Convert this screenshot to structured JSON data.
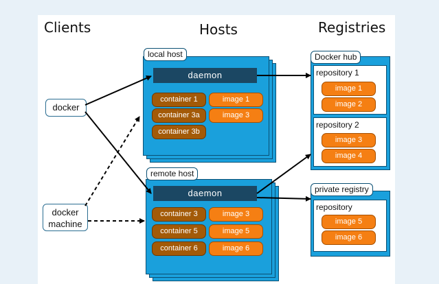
{
  "columns": {
    "clients": "Clients",
    "hosts": "Hosts",
    "registries": "Registries"
  },
  "clients": {
    "docker": "docker",
    "docker_machine_line1": "docker",
    "docker_machine_line2": "machine"
  },
  "local_host": {
    "title": "local host",
    "daemon": "daemon",
    "containers": [
      "container 1",
      "container 3a",
      "container 3b"
    ],
    "images": [
      "image 1",
      "image 3"
    ]
  },
  "remote_host": {
    "title": "remote host",
    "daemon": "daemon",
    "containers": [
      "container 3",
      "container 5",
      "container 6"
    ],
    "images": [
      "image 3",
      "image 5",
      "image 6"
    ]
  },
  "docker_hub": {
    "title": "Docker hub",
    "repositories": [
      {
        "name": "repository 1",
        "images": [
          "image 1",
          "image 2"
        ]
      },
      {
        "name": "repository 2",
        "images": [
          "image 3",
          "image 4"
        ]
      }
    ]
  },
  "private_registry": {
    "title": "private registry",
    "repository": {
      "name": "repository",
      "images": [
        "image 5",
        "image 6"
      ]
    }
  },
  "colors": {
    "host_blue": "#1aa0dc",
    "daemon_navy": "#1b4763",
    "container_brown": "#a35a08",
    "image_orange": "#f57f13"
  }
}
